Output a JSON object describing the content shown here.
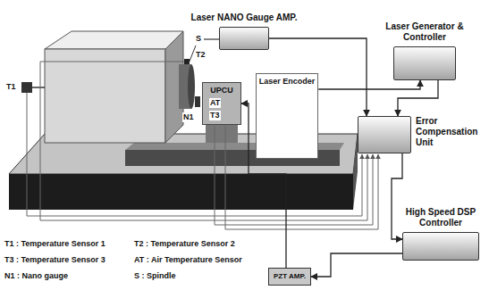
{
  "diagram": {
    "nodes": [
      {
        "text": [
          "Laser NANO Gauge AMP."
        ]
      },
      {
        "text": [
          "Laser Generator & Controller"
        ]
      },
      {
        "text": [
          "UPCU"
        ]
      },
      {
        "text": [
          "Laser Encoder"
        ]
      },
      {
        "text": [
          "Error Compensation Unit"
        ]
      },
      {
        "text": [
          "High Speed DSP Controller"
        ]
      },
      {
        "text": [
          "PZT AMP."
        ]
      }
    ],
    "edges": [
      {
        "from": 0,
        "to": 4,
        "arrow": "to"
      },
      {
        "from": 3,
        "to": 1,
        "arrow": "to"
      },
      {
        "from": 1,
        "to": 4,
        "arrow": "to"
      },
      {
        "from": 4,
        "to": 5,
        "arrow": "to"
      },
      {
        "from": 5,
        "to": 6,
        "arrow": "to"
      },
      {
        "from": 6,
        "to": 2,
        "arrow": "to"
      }
    ],
    "labels": [
      "S",
      "T2",
      "T1",
      "AT",
      "T3",
      "N1",
      "T1 : Temperature Sensor 1",
      "T2 : Temperature Sensor 2",
      "T3 : Temperature Sensor 3",
      "AT : Air Temperature Sensor",
      "N1 : Nano gauge",
      "S : Spindle"
    ]
  }
}
